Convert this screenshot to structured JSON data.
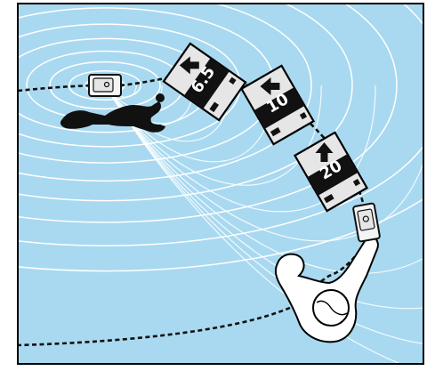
{
  "colors": {
    "background": "#a9d9f0",
    "field_lines": "#ffffff",
    "ink": "#111111",
    "screen": "#e6e6e6",
    "device_body": "#f4f4f4",
    "frame": "#000000"
  },
  "screens": [
    {
      "reading": "6.5",
      "icon": "arrow-left-icon"
    },
    {
      "reading": "10",
      "icon": "arrow-left-icon"
    },
    {
      "reading": "20",
      "icon": "arrow-up-icon"
    }
  ],
  "transmitter": {
    "icon": "transmitter-icon"
  },
  "receiver": {
    "icon": "receiver-icon"
  },
  "victim": {
    "icon": "buried-person-icon"
  },
  "searcher": {
    "icon": "searcher-person-icon"
  }
}
